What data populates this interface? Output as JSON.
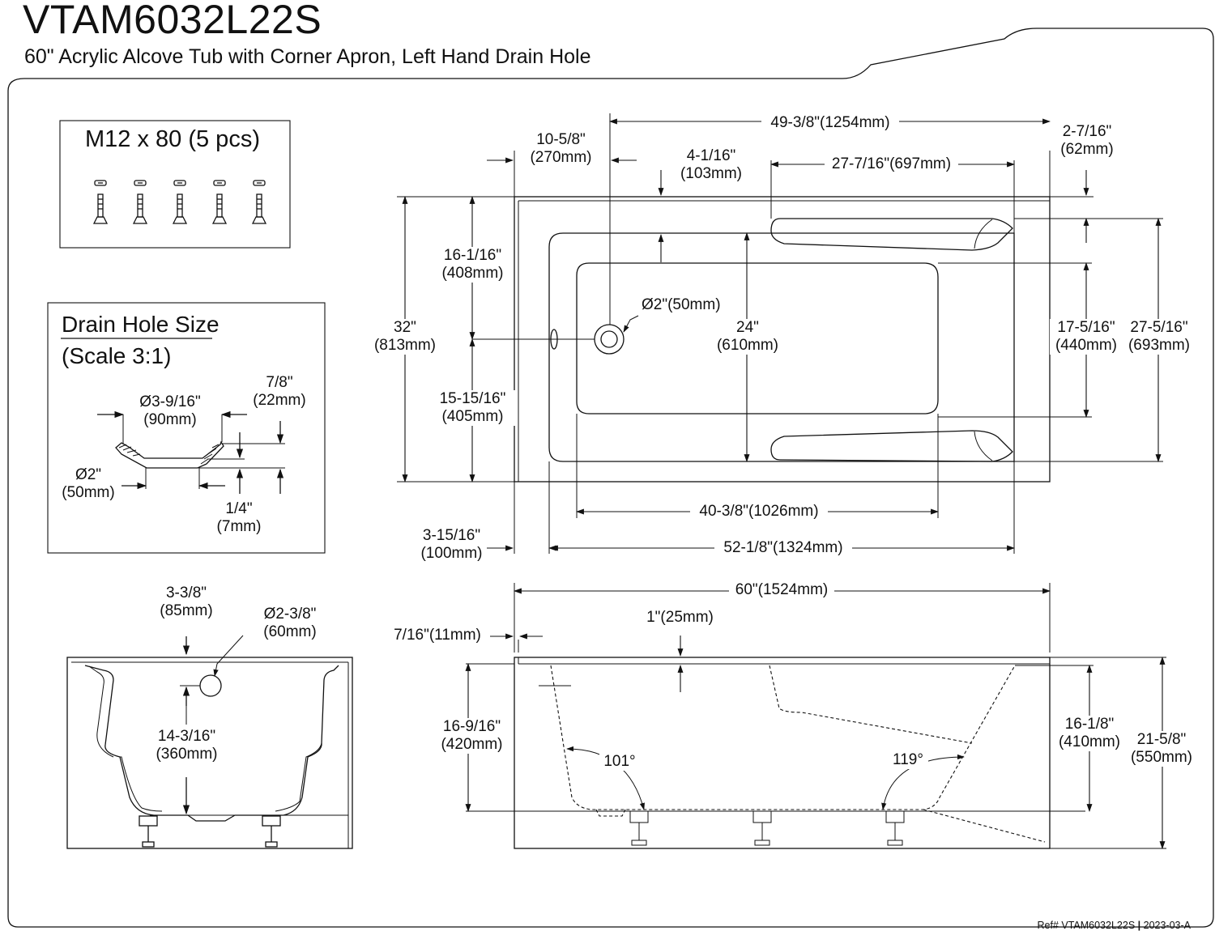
{
  "header": {
    "model": "VTAM6032L22S",
    "subtitle": "60\" Acrylic Alcove Tub with Corner Apron, Left Hand Drain Hole"
  },
  "hardware_box": {
    "title": "M12 x 80 (5 pcs)",
    "bolt_count": 5
  },
  "drain_box": {
    "title": "Drain Hole Size",
    "scale": "(Scale 3:1)",
    "dims": {
      "outer_dia": [
        "Ø3-9/16\"",
        "(90mm)"
      ],
      "flange": [
        "7/8\"",
        "(22mm)"
      ],
      "inner_dia": [
        "Ø2\"",
        "(50mm)"
      ],
      "thickness": [
        "1/4\"",
        "(7mm)"
      ]
    }
  },
  "top_view": {
    "dims": {
      "overall_inner_len": "49-3/8\"(1254mm)",
      "drain_offset": [
        "10-5/8\"",
        "(270mm)"
      ],
      "rim_right": [
        "2-7/16\"",
        "(62mm)"
      ],
      "rim_top": [
        "4-1/16\"",
        "(103mm)"
      ],
      "armrest_len": "27-7/16\"(697mm)",
      "upper_half": [
        "16-1/16\"",
        "(408mm)"
      ],
      "lower_half": [
        "15-15/16\"",
        "(405mm)"
      ],
      "total_width": [
        "32\"",
        "(813mm)"
      ],
      "drain_dia": "Ø2\"(50mm)",
      "inner_width": [
        "24\"",
        "(610mm)"
      ],
      "floor_width": [
        "17-5/16\"",
        "(440mm)"
      ],
      "basin_width": [
        "27-5/16\"",
        "(693mm)"
      ],
      "floor_len": "40-3/8\"(1026mm)",
      "basin_len": "52-1/8\"(1324mm)",
      "left_rim": [
        "3-15/16\"",
        "(100mm)"
      ]
    }
  },
  "side_section": {
    "dims": {
      "wall_thick": [
        "3-3/8\"",
        "(85mm)"
      ],
      "overflow_dia": [
        "Ø2-3/8\"",
        "(60mm)"
      ],
      "overflow_height": [
        "14-3/16\"",
        "(360mm)"
      ]
    }
  },
  "front_view": {
    "dims": {
      "overall_len": "60\"(1524mm)",
      "apron_offset": "7/16\"(11mm)",
      "rim_thick": "1\"(25mm)",
      "depth": [
        "16-9/16\"",
        "(420mm)"
      ],
      "inner_depth": [
        "16-1/8\"",
        "(410mm)"
      ],
      "overall_height": [
        "21-5/8\"",
        "(550mm)"
      ],
      "angle_left": "101°",
      "angle_right": "119°"
    }
  },
  "footer": {
    "ref_label": "Ref#",
    "ref_model": "VTAM6032L22S",
    "sep": "|",
    "revision": "2023-03-A"
  }
}
